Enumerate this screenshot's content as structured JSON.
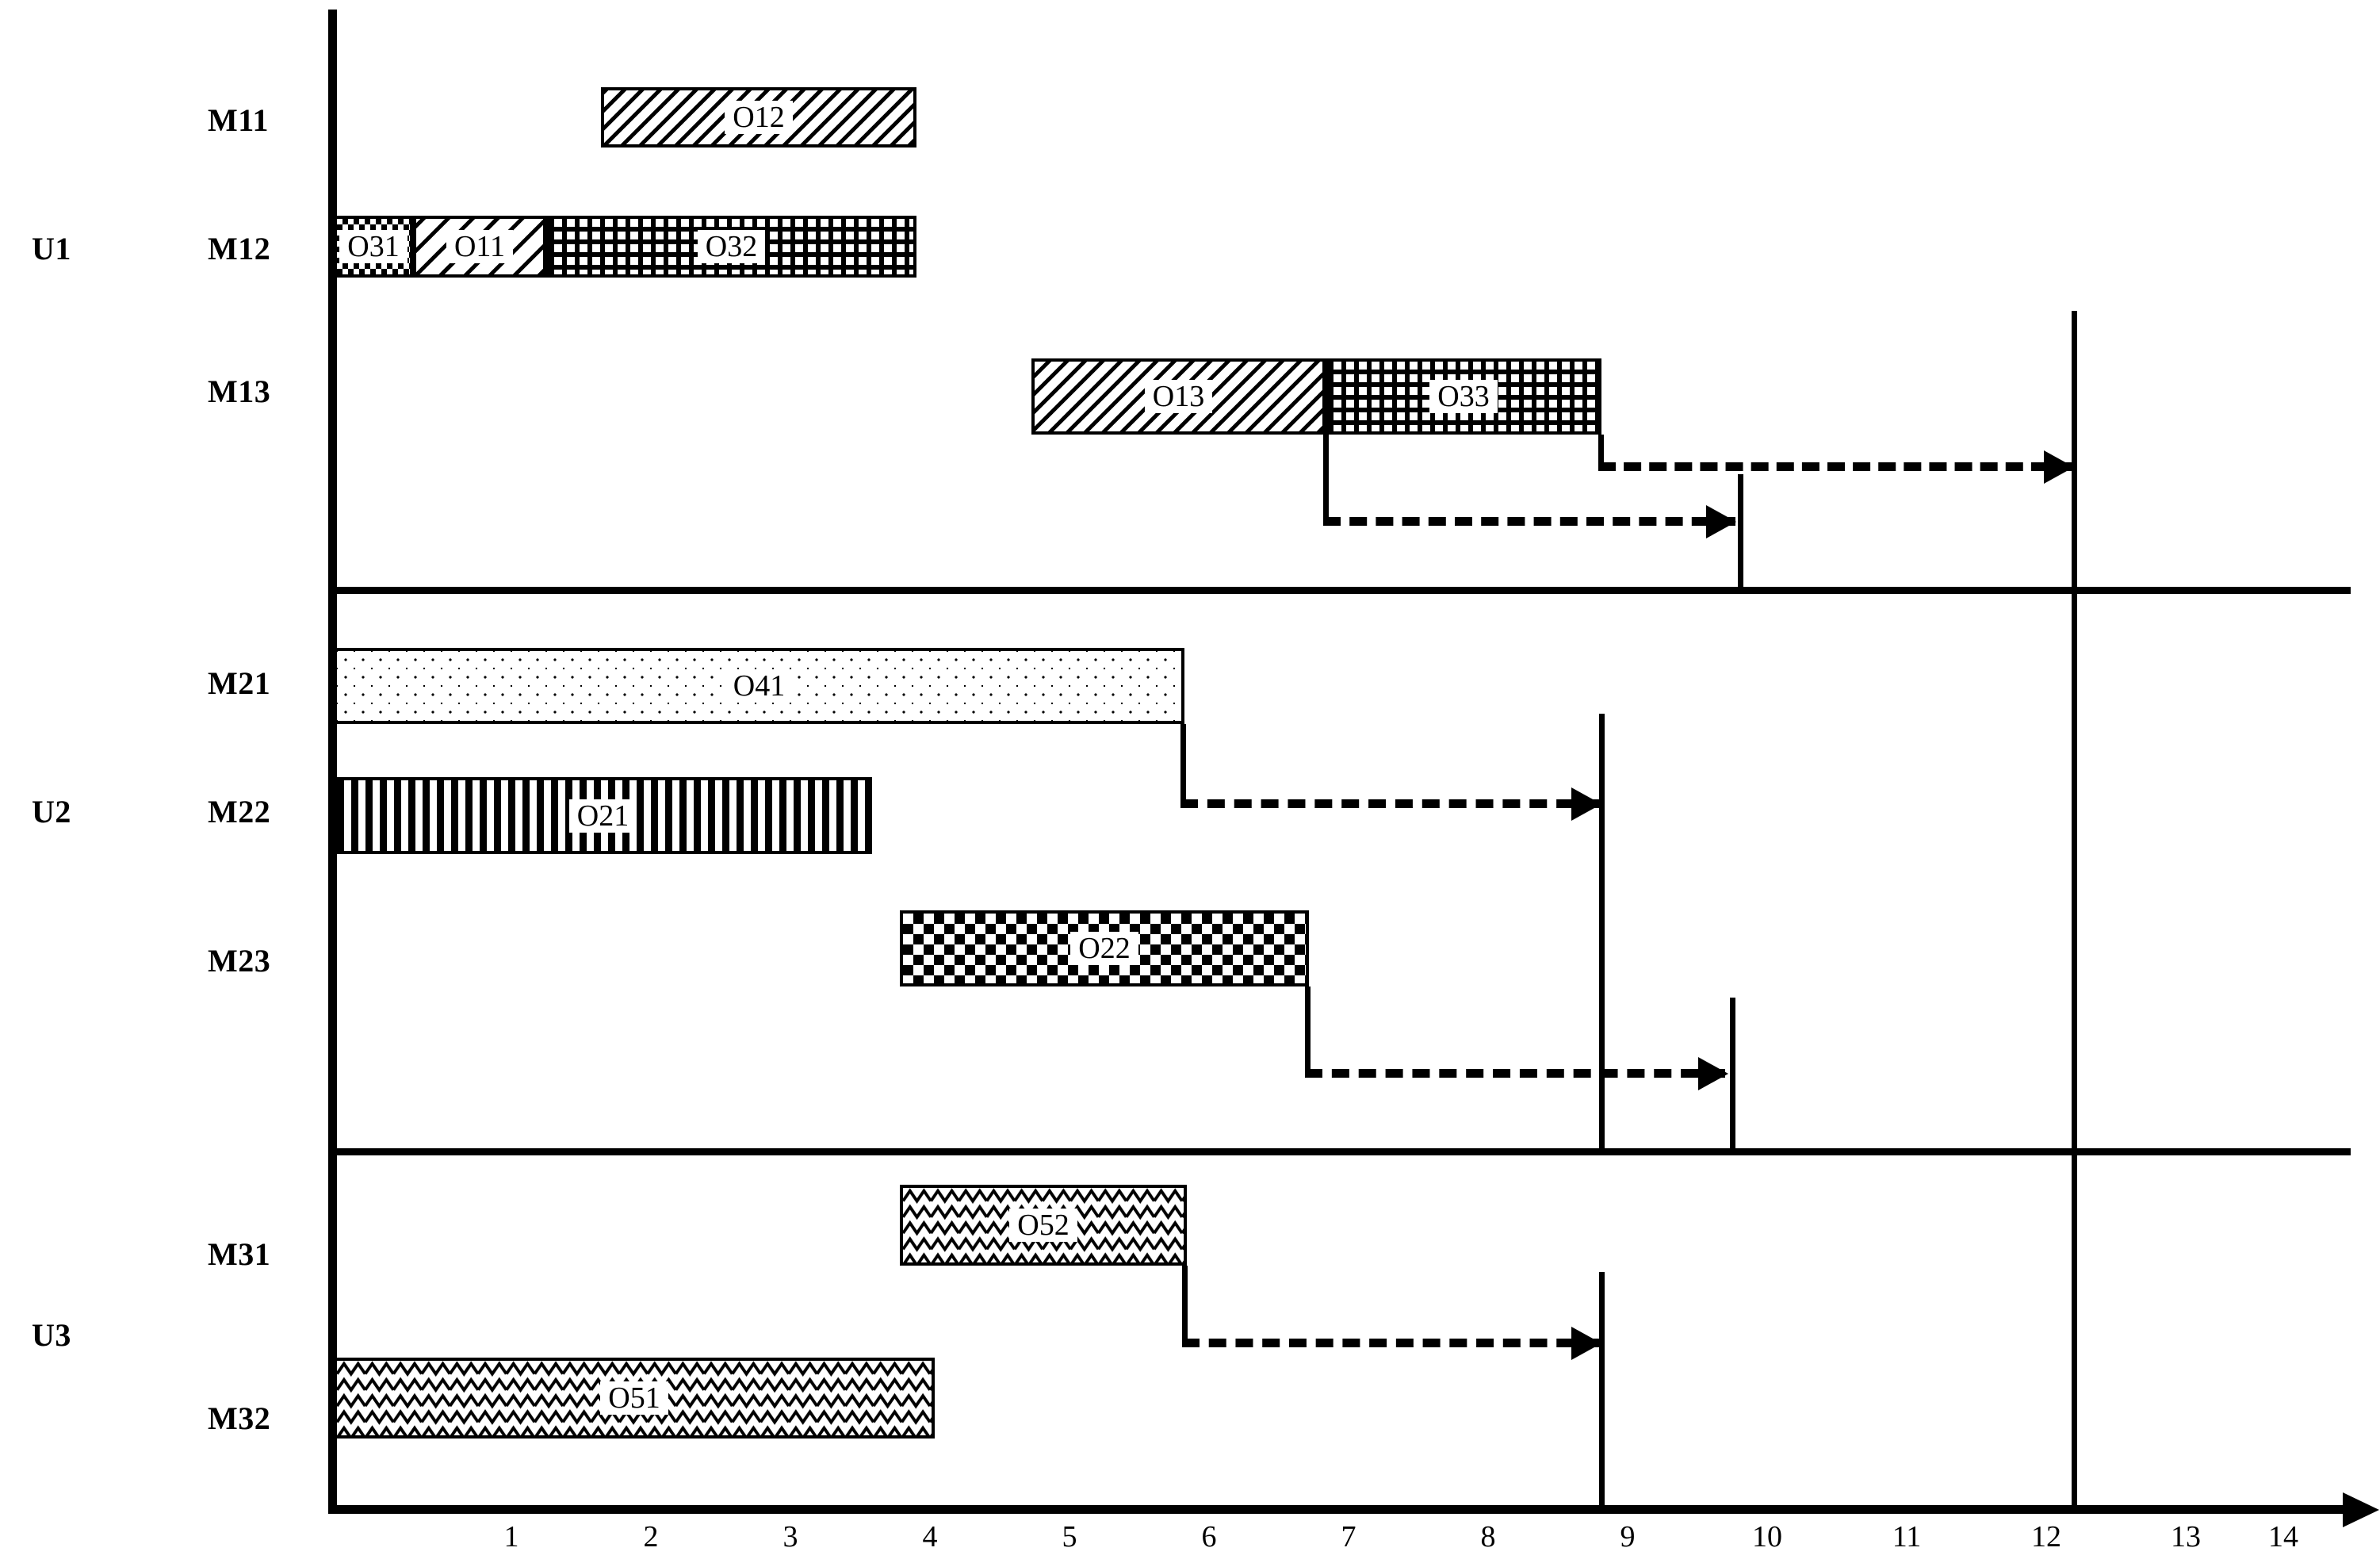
{
  "chart_data": {
    "type": "bar",
    "subtype": "gantt",
    "title": "",
    "xlabel": "",
    "ylabel": "",
    "xlim": [
      0,
      14
    ],
    "xticks": [
      1,
      2,
      3,
      4,
      5,
      6,
      7,
      8,
      9,
      10,
      11,
      12,
      13,
      14
    ],
    "xtick_labels": [
      "1",
      "2",
      "3",
      "4",
      "5",
      "6",
      "7",
      "8",
      "9",
      "10",
      "11",
      "12",
      "13",
      "14"
    ],
    "grid": false,
    "legend": null,
    "units": [
      {
        "name": "U1",
        "machines": [
          {
            "name": "M11",
            "tasks": [
              {
                "label": "O12",
                "start": 1.65,
                "end": 3.92,
                "pattern": "hatch-backslash-dense"
              }
            ]
          },
          {
            "name": "M12",
            "tasks": [
              {
                "label": "O31",
                "start": 0.0,
                "end": 0.5,
                "pattern": "checker-small"
              },
              {
                "label": "O11",
                "start": 0.5,
                "end": 1.45,
                "pattern": "hatch-backslash"
              },
              {
                "label": "O32",
                "start": 1.45,
                "end": 3.92,
                "pattern": "grid-dark"
              }
            ]
          },
          {
            "name": "M13",
            "tasks": [
              {
                "label": "O13",
                "start": 4.73,
                "end": 6.83,
                "pattern": "hatch-backslash-dense"
              },
              {
                "label": "O33",
                "start": 6.83,
                "end": 9.78,
                "pattern": "grid-dark"
              }
            ]
          }
        ]
      },
      {
        "name": "U2",
        "machines": [
          {
            "name": "M21",
            "tasks": [
              {
                "label": "O41",
                "start": 0.0,
                "end": 5.82,
                "pattern": "dots-light"
              }
            ]
          },
          {
            "name": "M22",
            "tasks": [
              {
                "label": "O21",
                "start": 0.0,
                "end": 3.8,
                "pattern": "vertical-bars-dense"
              }
            ]
          },
          {
            "name": "M23",
            "tasks": [
              {
                "label": "O22",
                "start": 3.93,
                "end": 6.85,
                "pattern": "checkerboard-bold"
              }
            ]
          }
        ]
      },
      {
        "name": "U3",
        "machines": [
          {
            "name": "M31",
            "tasks": [
              {
                "label": "O52",
                "start": 3.93,
                "end": 5.98,
                "pattern": "zigzag"
              }
            ]
          },
          {
            "name": "M32",
            "tasks": [
              {
                "label": "O51",
                "start": 0.0,
                "end": 4.0,
                "pattern": "zigzag"
              }
            ]
          }
        ]
      }
    ],
    "precedence_arrows": [
      {
        "from_value": 6.83,
        "to_value": 9.95,
        "note": "M13 O13 end to delivery at 10"
      },
      {
        "from_value": 9.78,
        "to_value": 12.0,
        "note": "M13 O33 end to delivery at 12"
      },
      {
        "from_value": 5.82,
        "to_value": 9.0,
        "note": "M21 O41 end to delivery at 9"
      },
      {
        "from_value": 6.85,
        "to_value": 9.95,
        "note": "M23 O22 end to delivery at 10"
      },
      {
        "from_value": 5.98,
        "to_value": 9.0,
        "note": "M31 O52 end to delivery at 9"
      }
    ],
    "due_date_lines": [
      9.0,
      9.95,
      12.0
    ]
  },
  "axis": {
    "tick_labels": [
      "1",
      "2",
      "3",
      "4",
      "5",
      "6",
      "7",
      "8",
      "9",
      "10",
      "11",
      "12",
      "13",
      "14"
    ]
  },
  "units": {
    "u1": "U1",
    "u2": "U2",
    "u3": "U3"
  },
  "machines": {
    "m11": "M11",
    "m12": "M12",
    "m13": "M13",
    "m21": "M21",
    "m22": "M22",
    "m23": "M23",
    "m31": "M31",
    "m32": "M32"
  },
  "tasks": {
    "o12": "O12",
    "o31": "O31",
    "o11": "O11",
    "o32": "O32",
    "o13": "O13",
    "o33": "O33",
    "o41": "O41",
    "o21": "O21",
    "o22": "O22",
    "o52": "O52",
    "o51": "O51"
  },
  "colors": {
    "ink": "#000000",
    "paper": "#ffffff"
  }
}
